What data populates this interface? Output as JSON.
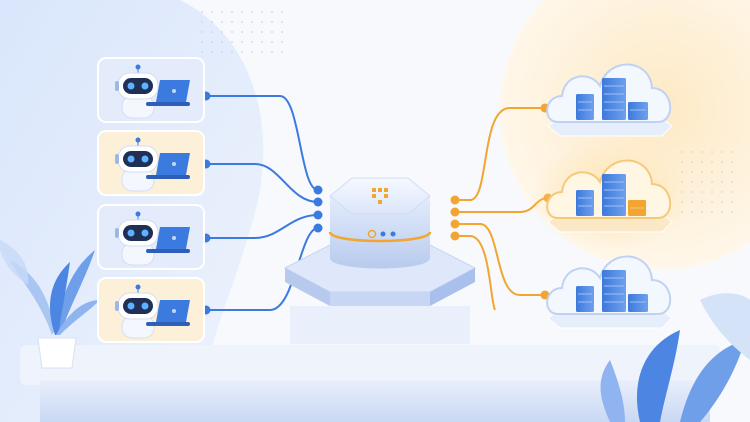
{
  "scene": {
    "description_free": true,
    "agents": [
      {
        "id": "agent-1",
        "highlight": false
      },
      {
        "id": "agent-2",
        "highlight": true
      },
      {
        "id": "agent-3",
        "highlight": false
      },
      {
        "id": "agent-4",
        "highlight": true
      }
    ],
    "clouds": [
      {
        "id": "cloud-top",
        "highlight": false
      },
      {
        "id": "cloud-middle",
        "highlight": true
      },
      {
        "id": "cloud-bottom",
        "highlight": false
      }
    ],
    "colors": {
      "blue_accent": "#3b7be0",
      "orange_accent": "#f2a530",
      "panel_blue": "#e4ecfb",
      "panel_orange": "#fdf0d8",
      "leaf_blue": "#6f9fe8"
    }
  }
}
